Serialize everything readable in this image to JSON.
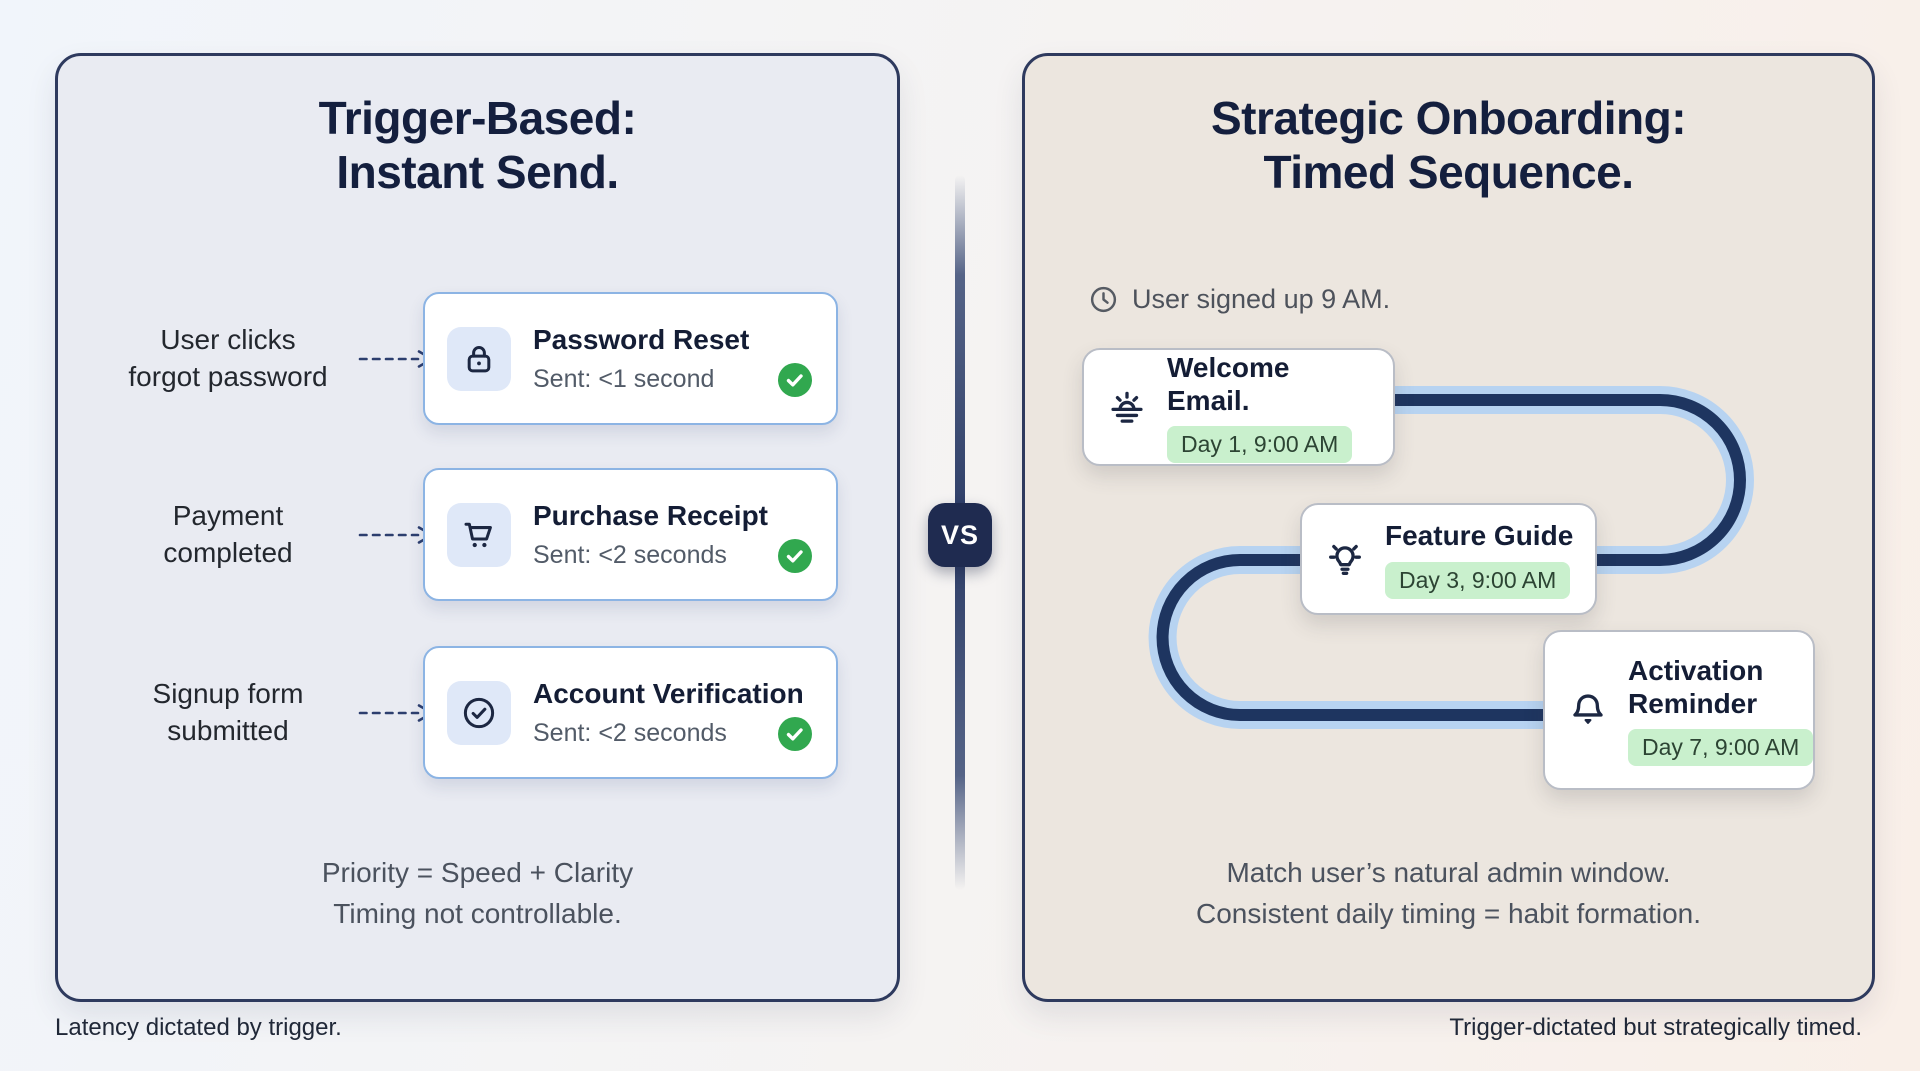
{
  "left_panel": {
    "title": [
      "Trigger-Based:",
      "Instant Send."
    ],
    "rows": [
      {
        "trigger": [
          "User clicks",
          "forgot password"
        ],
        "icon": "lock-icon",
        "title": "Password Reset",
        "sent": "Sent: <1 second"
      },
      {
        "trigger": [
          "Payment",
          "completed"
        ],
        "icon": "cart-icon",
        "title": "Purchase Receipt",
        "sent": "Sent: <2 seconds"
      },
      {
        "trigger": [
          "Signup form",
          "submitted"
        ],
        "icon": "check-circle-icon",
        "title": "Account Verification",
        "sent": "Sent: <2 seconds"
      }
    ],
    "footer": [
      "Priority = Speed + Clarity",
      "Timing not controllable."
    ]
  },
  "divider": {
    "label": "VS"
  },
  "right_panel": {
    "title": [
      "Strategic Onboarding:",
      "Timed Sequence."
    ],
    "signup_note": "User signed up 9 AM.",
    "steps": [
      {
        "title": "Welcome Email.",
        "schedule": "Day 1, 9:00 AM",
        "icon": "sunrise-icon"
      },
      {
        "title": "Feature Guide",
        "schedule": "Day 3, 9:00 AM",
        "icon": "lightbulb-icon"
      },
      {
        "title": "Activation Reminder",
        "schedule": "Day 7, 9:00 AM",
        "icon": "bell-icon"
      }
    ],
    "footer": [
      "Match user’s natural admin window.",
      "Consistent daily timing = habit formation."
    ]
  },
  "captions": {
    "left": "Latency dictated by trigger.",
    "right": "Trigger-dictated but strategically timed."
  },
  "colors": {
    "navy": "#1f2b50",
    "panel_border": "#2e3a5e",
    "left_panel_bg": "#e9ebf2",
    "right_panel_bg": "#ece6df",
    "card_border_blue": "#8cb4e4",
    "icon_tile_bg": "#dfe8f8",
    "success_green": "#31a84f",
    "pill_green_bg": "#c9f0cd",
    "path_outer_blue": "#b7d3f1",
    "path_inner_navy": "#1e3560"
  }
}
